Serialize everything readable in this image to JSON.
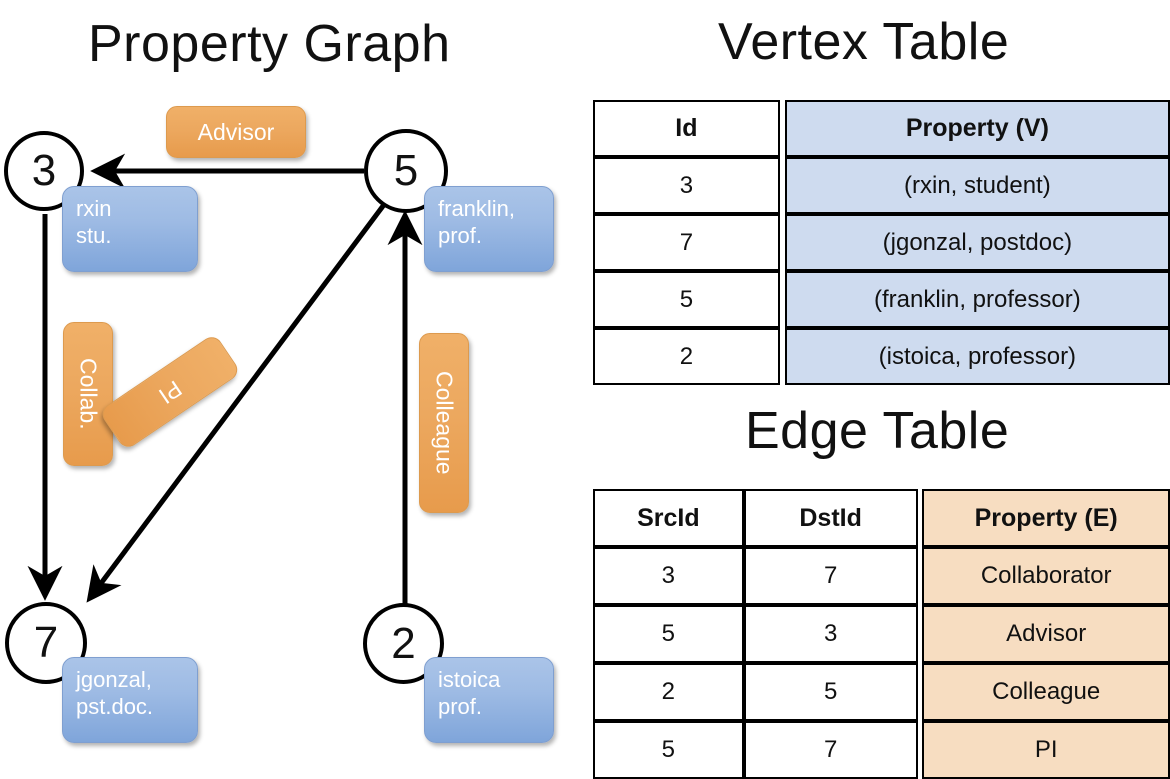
{
  "titles": {
    "property_graph": "Property Graph",
    "vertex_table": "Vertex Table",
    "edge_table": "Edge Table"
  },
  "graph": {
    "nodes": [
      {
        "id": "3",
        "property_line1": "rxin",
        "property_line2": "stu."
      },
      {
        "id": "5",
        "property_line1": "franklin,",
        "property_line2": "prof."
      },
      {
        "id": "7",
        "property_line1": "jgonzal,",
        "property_line2": "pst.doc."
      },
      {
        "id": "2",
        "property_line1": "istoica",
        "property_line2": "prof."
      }
    ],
    "edge_labels": [
      {
        "name": "advisor",
        "label": "Advisor"
      },
      {
        "name": "collab",
        "label": "Collab."
      },
      {
        "name": "pi",
        "label": "PI"
      },
      {
        "name": "colleague",
        "label": "Colleague"
      }
    ],
    "edges": [
      {
        "src": "5",
        "dst": "3",
        "label": "Advisor"
      },
      {
        "src": "3",
        "dst": "7",
        "label": "Collab."
      },
      {
        "src": "5",
        "dst": "7",
        "label": "PI"
      },
      {
        "src": "2",
        "dst": "5",
        "label": "Colleague"
      }
    ]
  },
  "vertex_table": {
    "headers": [
      "Id",
      "Property (V)"
    ],
    "rows": [
      {
        "id": "3",
        "property": "(rxin, student)"
      },
      {
        "id": "7",
        "property": "(jgonzal, postdoc)"
      },
      {
        "id": "5",
        "property": "(franklin, professor)"
      },
      {
        "id": "2",
        "property": "(istoica, professor)"
      }
    ]
  },
  "edge_table": {
    "headers": [
      "SrcId",
      "DstId",
      "Property (E)"
    ],
    "rows": [
      {
        "src": "3",
        "dst": "7",
        "property": "Collaborator"
      },
      {
        "src": "5",
        "dst": "3",
        "property": "Advisor"
      },
      {
        "src": "2",
        "dst": "5",
        "property": "Colleague"
      },
      {
        "src": "5",
        "dst": "7",
        "property": "PI"
      }
    ]
  },
  "colors": {
    "vertex_fill": "#cedbef",
    "edge_fill": "#f7ddc1",
    "node_box_blue": "#9ebbe4",
    "edge_badge_orange": "#eca85f",
    "stroke": "#000000"
  }
}
